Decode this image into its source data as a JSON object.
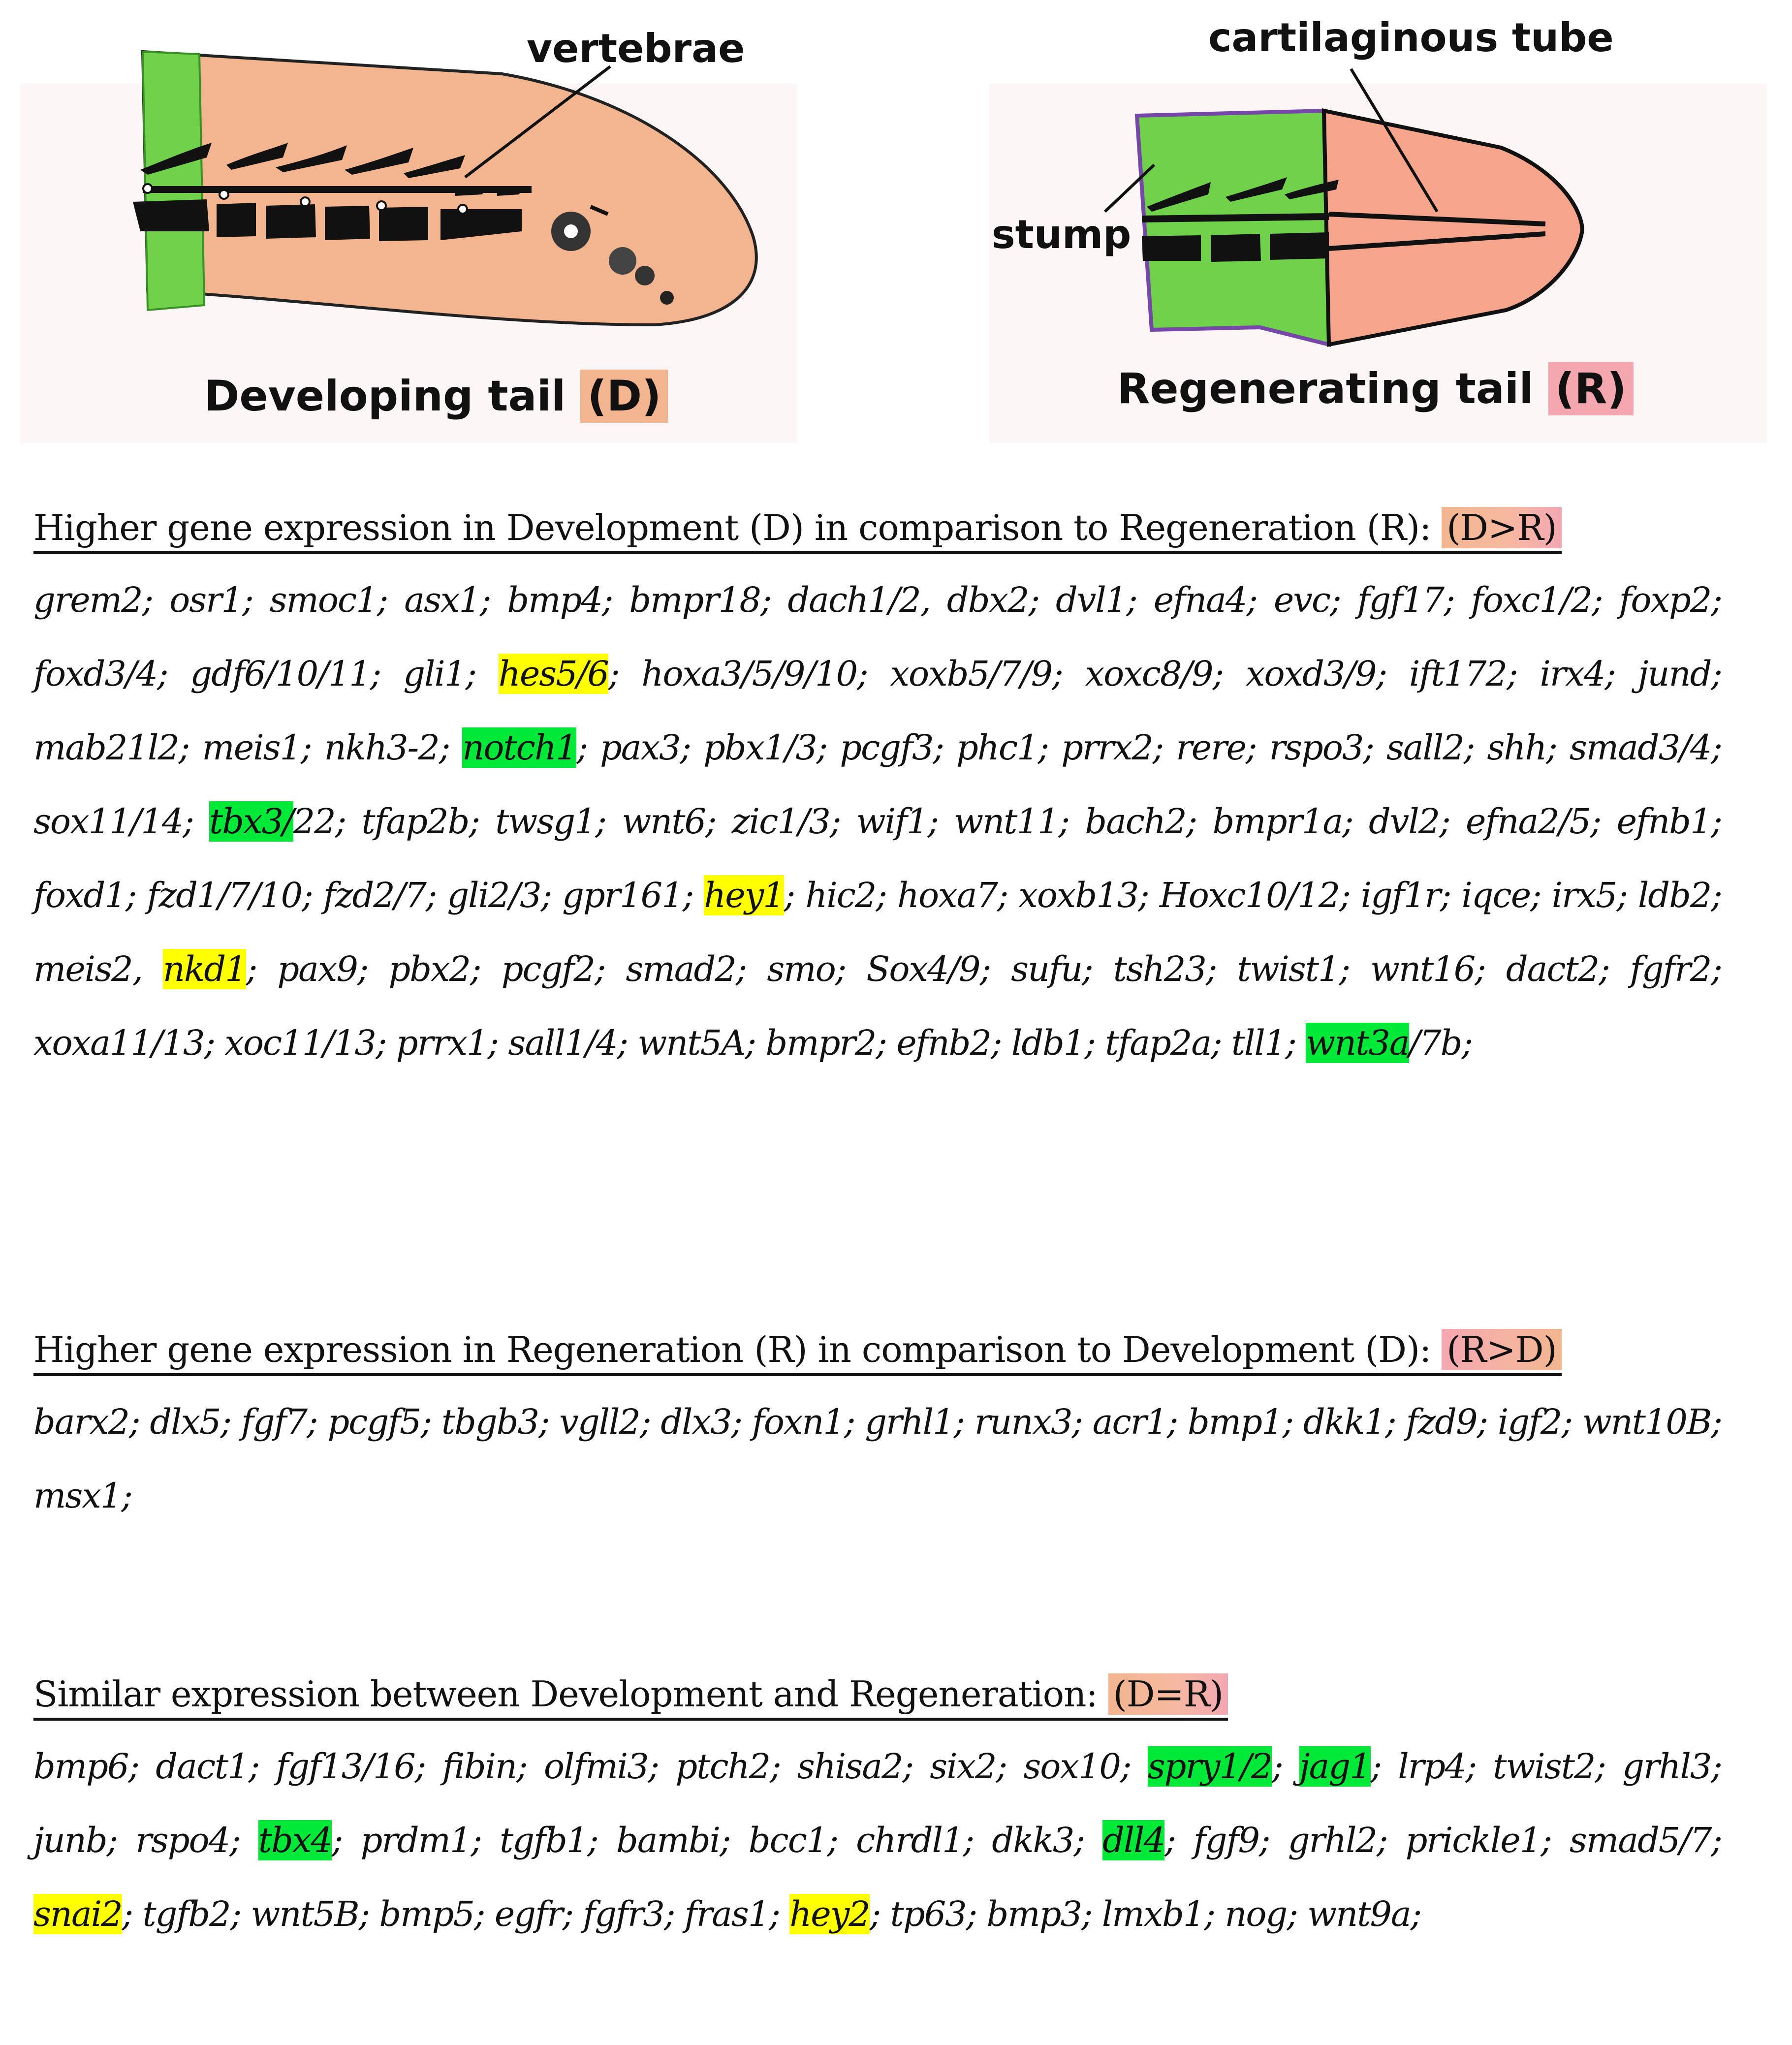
{
  "figure": {
    "developing": {
      "title": "Developing tail",
      "tag": "(D)",
      "label_vertebrae": "vertebrae"
    },
    "regenerating": {
      "title": "Regenerating tail",
      "tag": "(R)",
      "label_tube": "cartilaginous tube",
      "label_stump": "stump"
    },
    "colors": {
      "green": "#6fd24a",
      "developing_fill": "#f2b58f",
      "regenerating_fill": "#f5a58c",
      "tag_d": "#f2b58f",
      "tag_r": "#f4a7ae"
    }
  },
  "sections": [
    {
      "heading": "Higher gene expression in Development (D) in comparison to Regeneration (R): ",
      "badge": "(D>R)",
      "genes": [
        {
          "t": "grem2; "
        },
        {
          "t": "osr1; "
        },
        {
          "t": "smoc1; "
        },
        {
          "t": "asx1; "
        },
        {
          "t": "bmp4; "
        },
        {
          "t": "bmpr18; "
        },
        {
          "t": "dach1/2, "
        },
        {
          "t": "dbx2; "
        },
        {
          "t": "dvl1; "
        },
        {
          "t": "efna4; "
        },
        {
          "t": "evc; "
        },
        {
          "t": "fgf17; "
        },
        {
          "t": "foxc1/2; "
        },
        {
          "t": "foxp2; "
        },
        {
          "t": "foxd3/4; "
        },
        {
          "t": "gdf6/10/11; "
        },
        {
          "t": "gli1; "
        },
        {
          "t": "hes5/6",
          "h": "y"
        },
        {
          "t": "; "
        },
        {
          "t": "hoxa3/5/9/10; "
        },
        {
          "t": "xoxb5/7/9; "
        },
        {
          "t": "xoxc8/9; "
        },
        {
          "t": "xoxd3/9; "
        },
        {
          "t": "ift172; "
        },
        {
          "t": "irx4; "
        },
        {
          "t": "jund; "
        },
        {
          "t": "mab21l2; "
        },
        {
          "t": "meis1; "
        },
        {
          "t": "nkh3-2; "
        },
        {
          "t": "notch1",
          "h": "g"
        },
        {
          "t": "; "
        },
        {
          "t": "pax3; "
        },
        {
          "t": "pbx1/3; "
        },
        {
          "t": "pcgf3; "
        },
        {
          "t": "phc1; "
        },
        {
          "t": "prrx2; "
        },
        {
          "t": "rere; "
        },
        {
          "t": "rspo3; "
        },
        {
          "t": "sall2; "
        },
        {
          "t": "shh; "
        },
        {
          "t": "smad3/4; "
        },
        {
          "t": "sox11/14; "
        },
        {
          "t": "tbx3/",
          "h": "g"
        },
        {
          "t": "22; "
        },
        {
          "t": "tfap2b; "
        },
        {
          "t": "twsg1; "
        },
        {
          "t": "wnt6; "
        },
        {
          "t": "zic1/3; "
        },
        {
          "t": "wif1; "
        },
        {
          "t": "wnt11; "
        },
        {
          "t": "bach2; "
        },
        {
          "t": "bmpr1a; "
        },
        {
          "t": "dvl2; "
        },
        {
          "t": "efna2/5; "
        },
        {
          "t": "efnb1; "
        },
        {
          "t": "foxd1; "
        },
        {
          "t": "fzd1/7/10; "
        },
        {
          "t": "fzd2/7; "
        },
        {
          "t": "gli2/3; "
        },
        {
          "t": "gpr161; "
        },
        {
          "t": "hey1",
          "h": "y"
        },
        {
          "t": "; "
        },
        {
          "t": "hic2; "
        },
        {
          "t": "hoxa7; "
        },
        {
          "t": "xoxb13; "
        },
        {
          "t": "Hoxc10/12; "
        },
        {
          "t": "igf1r; "
        },
        {
          "t": "iqce; "
        },
        {
          "t": "irx5; "
        },
        {
          "t": "ldb2; "
        },
        {
          "t": "meis2, "
        },
        {
          "t": "nkd1",
          "h": "y"
        },
        {
          "t": "; "
        },
        {
          "t": "pax9; "
        },
        {
          "t": "pbx2; "
        },
        {
          "t": "pcgf2; "
        },
        {
          "t": "smad2; "
        },
        {
          "t": "smo; "
        },
        {
          "t": "Sox4/9; "
        },
        {
          "t": "sufu; "
        },
        {
          "t": "tsh23; "
        },
        {
          "t": "twist1; "
        },
        {
          "t": "wnt16; "
        },
        {
          "t": "dact2; "
        },
        {
          "t": "fgfr2; "
        },
        {
          "t": "xoxa11/13; "
        },
        {
          "t": "xoc11/13; "
        },
        {
          "t": "prrx1; "
        },
        {
          "t": "sall1/4; "
        },
        {
          "t": "wnt5A; "
        },
        {
          "t": "bmpr2; "
        },
        {
          "t": "efnb2; "
        },
        {
          "t": "ldb1; "
        },
        {
          "t": "tfap2a; "
        },
        {
          "t": "tll1; "
        },
        {
          "t": "wnt3a",
          "h": "g"
        },
        {
          "t": "/7b;"
        }
      ]
    },
    {
      "heading": "Higher gene expression in Regeneration (R) in comparison to Development (D): ",
      "badge": "(R>D)",
      "genes": [
        {
          "t": "barx2; "
        },
        {
          "t": "dlx5; "
        },
        {
          "t": "fgf7; "
        },
        {
          "t": "pcgf5; "
        },
        {
          "t": "tbgb3; "
        },
        {
          "t": "vgll2; "
        },
        {
          "t": "dlx3; "
        },
        {
          "t": "foxn1; "
        },
        {
          "t": "grhl1; "
        },
        {
          "t": "runx3; "
        },
        {
          "t": "acr1; "
        },
        {
          "t": "bmp1; "
        },
        {
          "t": "dkk1; "
        },
        {
          "t": "fzd9; "
        },
        {
          "t": "igf2; "
        },
        {
          "t": "wnt10B; "
        },
        {
          "t": "msx1;"
        }
      ]
    },
    {
      "heading": "Similar expression between Development and Regeneration: ",
      "badge": "(D=R)",
      "genes": [
        {
          "t": "bmp6; "
        },
        {
          "t": "dact1; "
        },
        {
          "t": "fgf13/16; "
        },
        {
          "t": "fibin; "
        },
        {
          "t": "olfmi3; "
        },
        {
          "t": "ptch2; "
        },
        {
          "t": "shisa2; "
        },
        {
          "t": "six2; "
        },
        {
          "t": "sox10; "
        },
        {
          "t": "spry1/2",
          "h": "g"
        },
        {
          "t": "; "
        },
        {
          "t": "jag1",
          "h": "g"
        },
        {
          "t": "; "
        },
        {
          "t": "lrp4; "
        },
        {
          "t": "twist2; "
        },
        {
          "t": "grhl3; "
        },
        {
          "t": "junb; "
        },
        {
          "t": "rspo4; "
        },
        {
          "t": "tbx4",
          "h": "g"
        },
        {
          "t": "; "
        },
        {
          "t": "prdm1; "
        },
        {
          "t": "tgfb1; "
        },
        {
          "t": "bambi; "
        },
        {
          "t": "bcc1; "
        },
        {
          "t": "chrdl1; "
        },
        {
          "t": "dkk3; "
        },
        {
          "t": "dll4",
          "h": "g"
        },
        {
          "t": "; "
        },
        {
          "t": "fgf9; "
        },
        {
          "t": "grhl2; "
        },
        {
          "t": "prickle1; "
        },
        {
          "t": "smad5/7; "
        },
        {
          "t": "snai2",
          "h": "y"
        },
        {
          "t": "; "
        },
        {
          "t": "tgfb2; "
        },
        {
          "t": "wnt5B; "
        },
        {
          "t": "bmp5; "
        },
        {
          "t": "egfr; "
        },
        {
          "t": "fgfr3; "
        },
        {
          "t": "fras1; "
        },
        {
          "t": "hey2",
          "h": "y"
        },
        {
          "t": "; "
        },
        {
          "t": "tp63; "
        },
        {
          "t": "bmp3; "
        },
        {
          "t": "lmxb1; "
        },
        {
          "t": "nog; "
        },
        {
          "t": "wnt9a;"
        }
      ]
    }
  ]
}
